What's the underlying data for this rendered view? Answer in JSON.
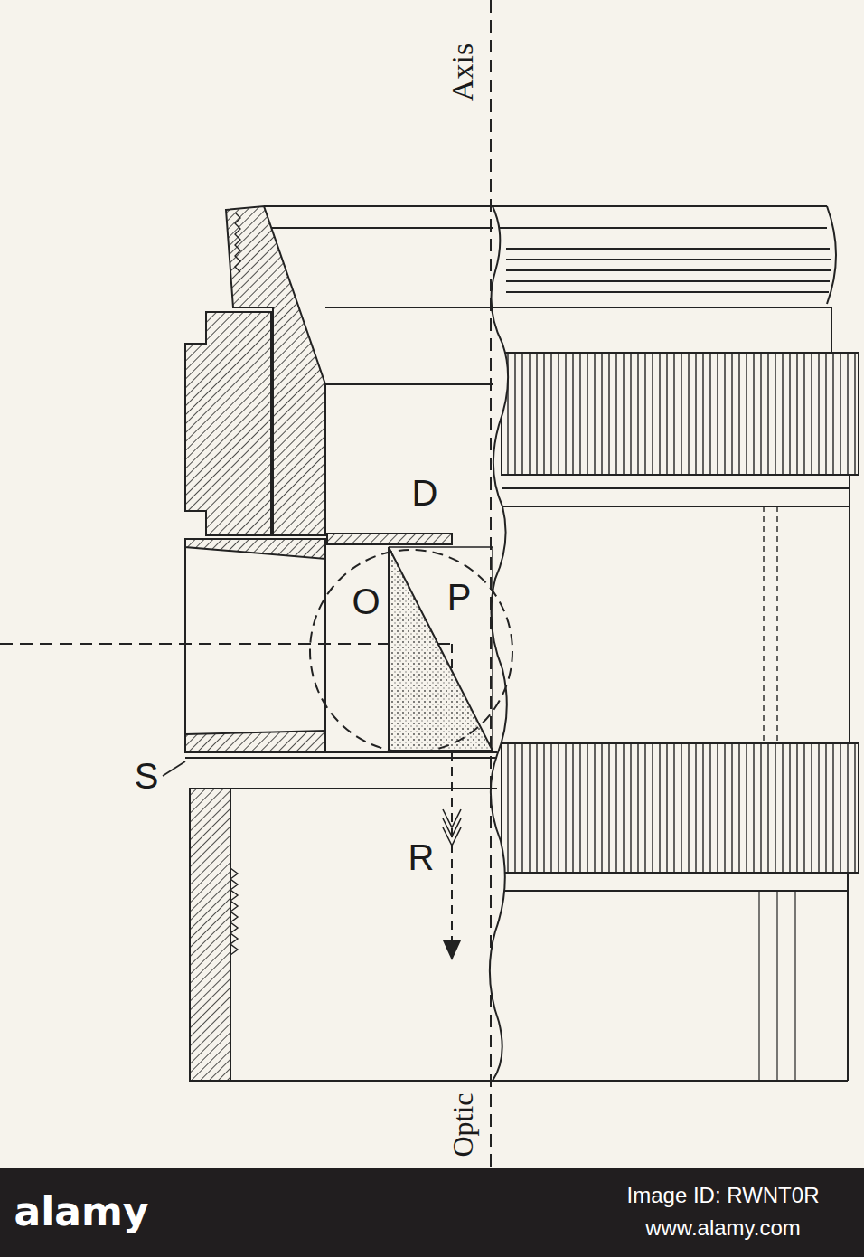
{
  "diagram": {
    "labels": [
      "Axis",
      "D",
      "O",
      "P",
      "S",
      "R",
      "Optic",
      "alamy",
      "Image ID: RWNT0R",
      "www.alamy.com"
    ]
  }
}
